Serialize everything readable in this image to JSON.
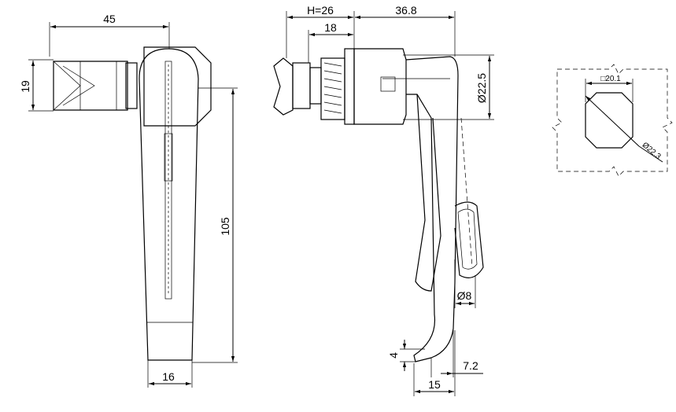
{
  "drawing": {
    "colors": {
      "line": "#000000",
      "background": "#ffffff"
    },
    "front_view": {
      "width_dim": "45",
      "height_dim": "19",
      "length_dim": "105",
      "handle_width_dim": "16"
    },
    "side_view": {
      "h_dim": "H=26",
      "thread_dim": "18",
      "reach_dim": "36.8",
      "diameter_dim": "Ø22.5",
      "hole_dim": "Ø8",
      "lip_dim": "4",
      "offset_dim": "7.2",
      "tip_dim": "15"
    },
    "cutout_view": {
      "square_dim": "□20.1",
      "circle_dim": "Ø22.3"
    }
  }
}
